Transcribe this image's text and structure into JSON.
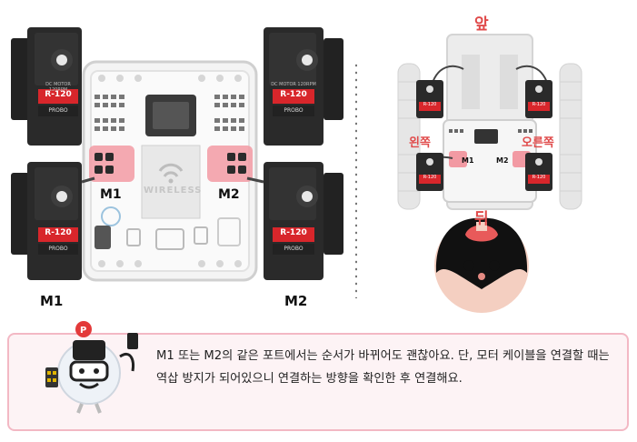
{
  "left_diagram": {
    "servo_model": "R-120",
    "servo_small_text": "DC MOTOR 120RPM",
    "servo_brand": "PROBO",
    "board_marking": "WIRELESS",
    "board_port_m1": "M1",
    "board_port_m2": "M2",
    "motor_label_left": "M1",
    "motor_label_right": "M2"
  },
  "right_diagram": {
    "front_label": "앞",
    "back_label": "뒤",
    "left_label": "왼쪽",
    "right_label": "오른쪽",
    "port_m1": "M1",
    "port_m2": "M2",
    "servo_model": "R-120"
  },
  "note": {
    "text": "M1 또는 M2의 같은 포트에서는 순서가 바뀌어도 괜찮아요. 단, 모터 케이블을 연결할 때는 역삽 방지가 되어있으니 연결하는 방향을 확인한 후 연결해요."
  },
  "colors": {
    "servo_body": "#2a2a2a",
    "servo_label": "#d8262b",
    "port_highlight": "#f29aa3",
    "direction_text": "#e04a4a",
    "note_border": "#f3b8c4",
    "note_bg": "#fdf3f5"
  }
}
